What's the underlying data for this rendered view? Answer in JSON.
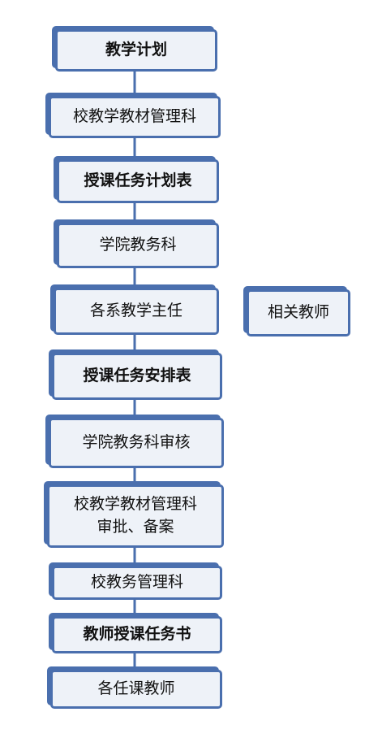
{
  "nodes": [
    {
      "id": "n1",
      "label": "教学计划",
      "bold": true
    },
    {
      "id": "n2",
      "label": "校教学教材管理科",
      "bold": false
    },
    {
      "id": "n3",
      "label": "授课任务计划表",
      "bold": true
    },
    {
      "id": "n4",
      "label": "学院教务科",
      "bold": false
    },
    {
      "id": "n5",
      "label": "各系教学主任",
      "bold": false
    },
    {
      "id": "n6",
      "label": "授课任务安排表",
      "bold": true
    },
    {
      "id": "n7",
      "label": "学院教务科审核",
      "bold": false
    },
    {
      "id": "n8",
      "label": "校教学教材管理科\n审批、备案",
      "bold": false
    },
    {
      "id": "n9",
      "label": "校教务管理科",
      "bold": false
    },
    {
      "id": "n10",
      "label": "教师授课任务书",
      "bold": true
    },
    {
      "id": "n11",
      "label": "各任课教师",
      "bold": false
    },
    {
      "id": "side",
      "label": "相关教师",
      "bold": false
    }
  ],
  "colors": {
    "box_fill": "#eef2f8",
    "box_border": "#4a6fae",
    "connector": "#4a6fae"
  }
}
